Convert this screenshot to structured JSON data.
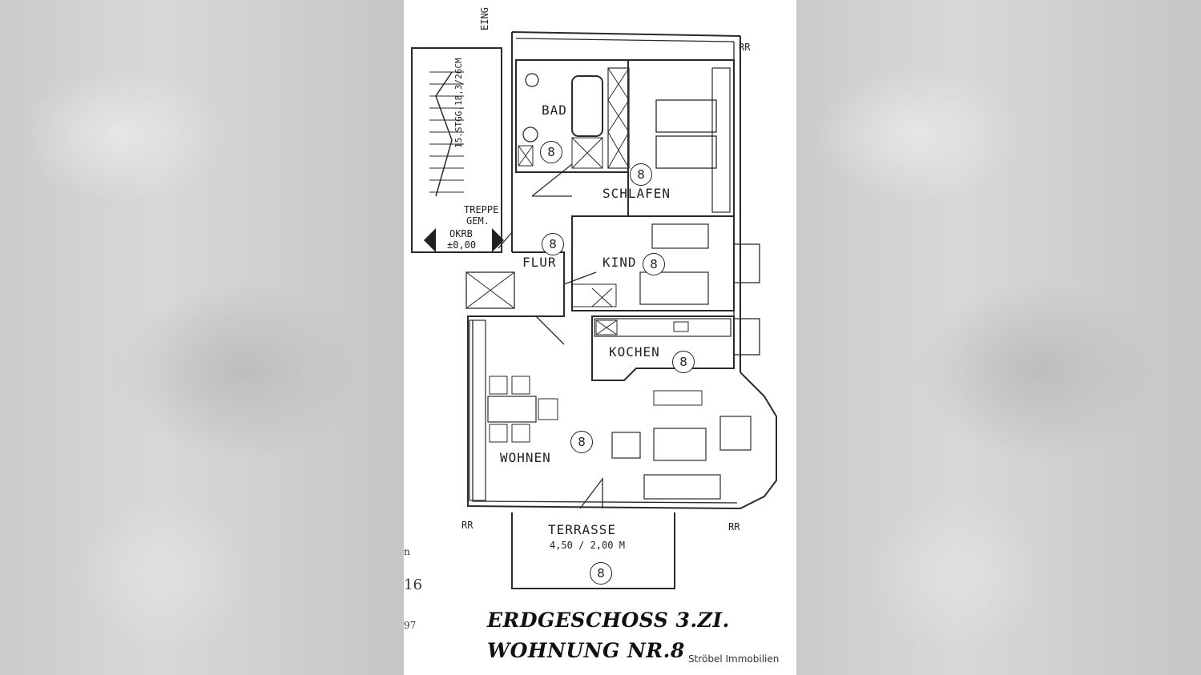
{
  "rooms": {
    "bad": "BAD",
    "schlafen": "SCHLAFEN",
    "kind": "KIND",
    "flur": "FLUR",
    "kochen": "KOCHEN",
    "wohnen": "WOHNEN",
    "terrasse": "TERRASSE"
  },
  "stair": {
    "note": "15.STGG.18,3/26CM",
    "label_1": "TREPPE",
    "label_2": "GEM.",
    "level_1": "OKRB",
    "level_2": "±0,00"
  },
  "entry_label": "EING",
  "terrace_size": "4,50 / 2,00 M",
  "unit_number": "8",
  "rr_marks": [
    "RR",
    "RR",
    "RR"
  ],
  "title": {
    "line1": "ERDGESCHOSS  3.ZI.",
    "line2": "WOHNUNG NR.8"
  },
  "watermark": "Ströbel Immobilien",
  "margin_marks": [
    "n",
    "16",
    "97"
  ]
}
